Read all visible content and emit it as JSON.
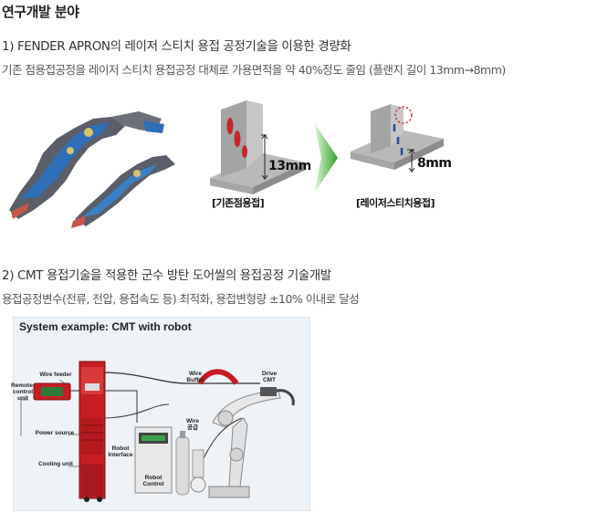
{
  "section": {
    "title": "연구개발 분야"
  },
  "item1": {
    "heading": "1) FENDER APRON의 레이저 스티치 용접 공정기술을 이용한 경량화",
    "description": "기존 점용접공정을 레이저 스티치 용접공정 대체로 가용면적을 약 40%정도 줄임 (플랜지 길이 13mm→8mm)",
    "label_before": "[기존점용접]",
    "label_after": "[레이저스티치용접]",
    "dim_before": "13mm",
    "dim_after": "8mm"
  },
  "item2": {
    "heading": "2) CMT 용접기술을 적용한 군수 방탄 도어씰의 용접공정 기술개발",
    "description": "용접공정변수(전류, 전압, 용접속도 등) 최적화, 용접변형량 ±10% 이내로 달성"
  },
  "system": {
    "title": "System example: CMT with robot",
    "labels": {
      "wire_feeder": "Wire feeder",
      "remote": "Remote-\ncontrol\nunit",
      "power_source": "Power source",
      "cooling": "Cooling unit",
      "robot_interface": "Robot\nInterface",
      "wire_buffer": "Wire\nBuffer",
      "drive": "Drive\nCMT",
      "wire": "Wire\n공급",
      "robot_control": "Robot\nControl"
    }
  },
  "colors": {
    "accent_red": "#cc2222",
    "arrow_green": "#33aa22",
    "steel": "#9a9a9a"
  }
}
